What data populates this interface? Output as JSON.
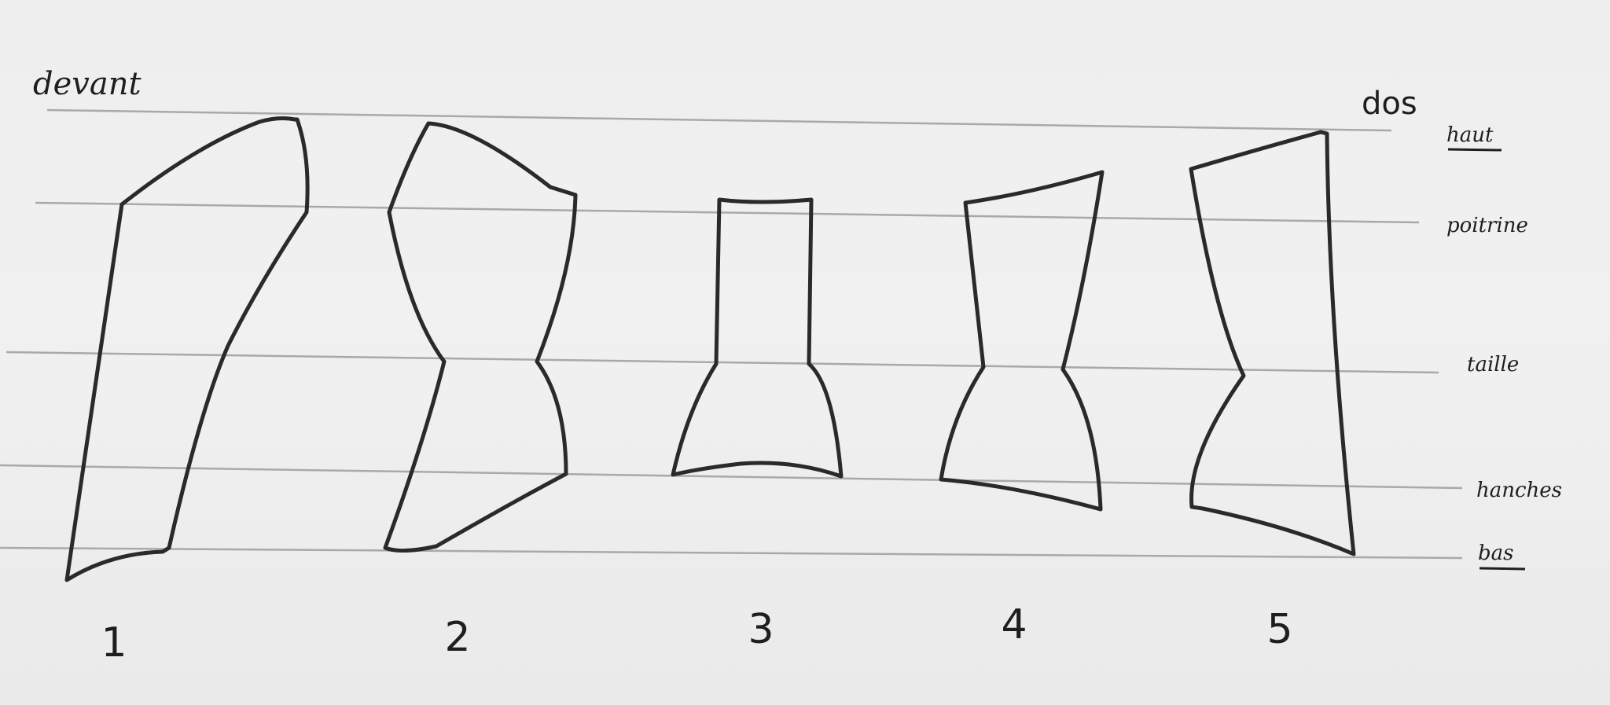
{
  "labels": {
    "front": "devant",
    "back": "dos"
  },
  "levels": {
    "top": "haut",
    "bust": "poitrine",
    "waist": "taille",
    "hips": "hanches",
    "bottom": "bas"
  },
  "pieces": [
    "1",
    "2",
    "3",
    "4",
    "5"
  ]
}
